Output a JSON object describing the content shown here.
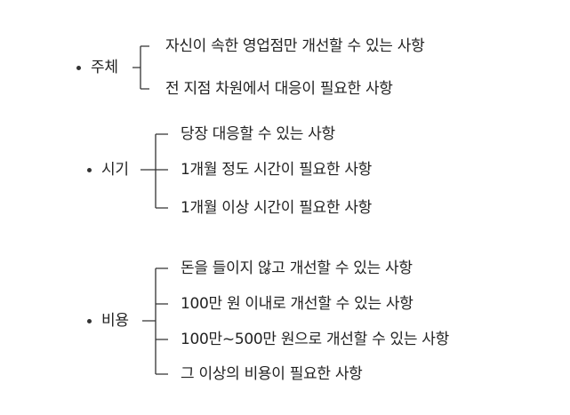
{
  "colors": {
    "text": "#222222",
    "line": "#333333"
  },
  "groups": [
    {
      "category": "주체",
      "items": [
        "자신이 속한 영업점만 개선할 수 있는 사항",
        "전 지점 차원에서 대응이 필요한 사항"
      ]
    },
    {
      "category": "시기",
      "items": [
        "당장 대응할 수 있는 사항",
        "1개월 정도 시간이 필요한 사항",
        "1개월 이상 시간이 필요한 사항"
      ]
    },
    {
      "category": "비용",
      "items": [
        "돈을 들이지 않고 개선할 수 있는 사항",
        "100만 원 이내로 개선할 수 있는 사항",
        "100만~500만 원으로 개선할 수 있는 사항",
        "그 이상의 비용이 필요한 사항"
      ]
    }
  ]
}
